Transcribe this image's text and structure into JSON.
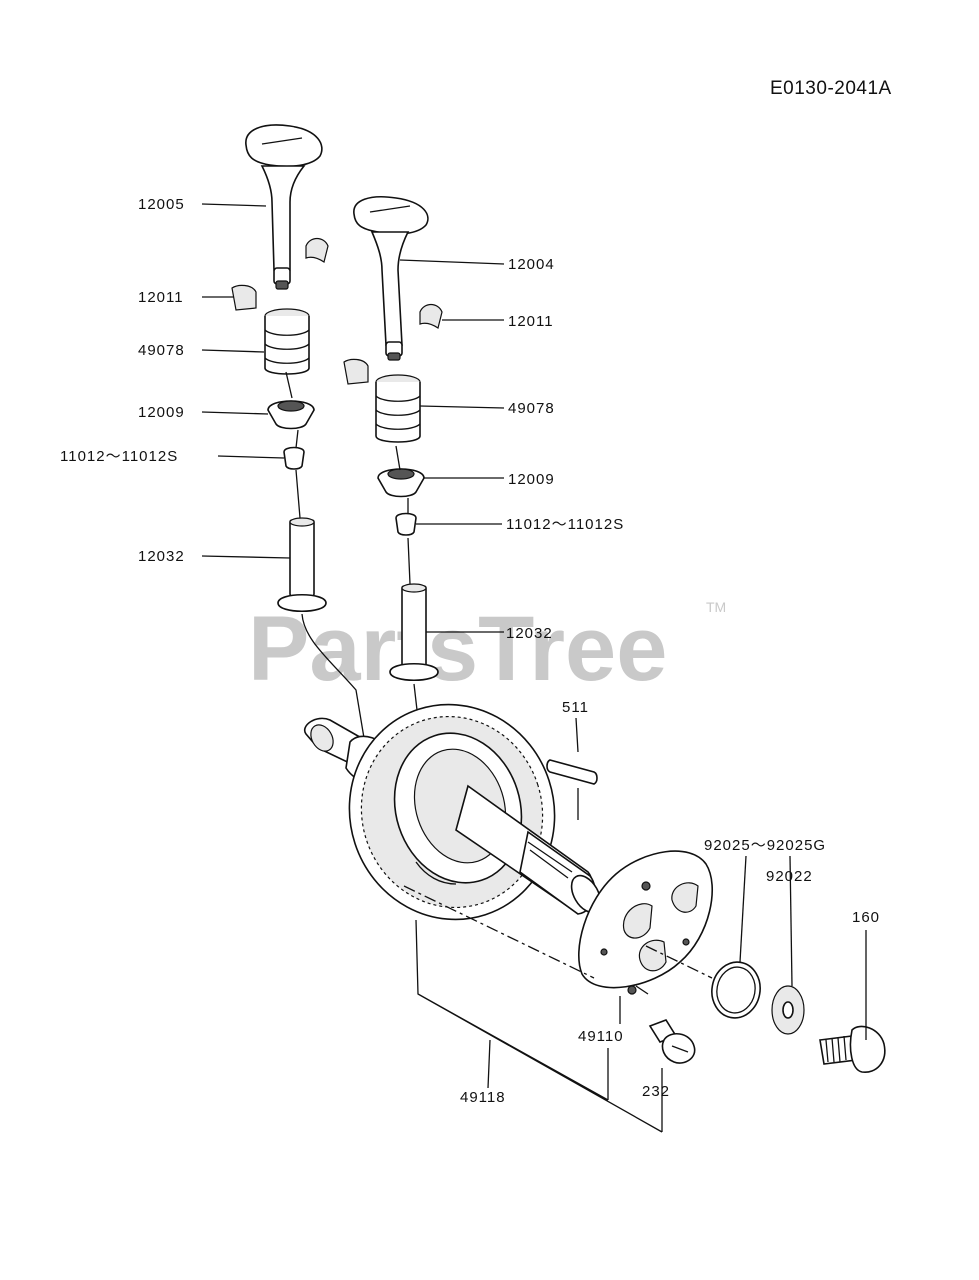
{
  "diagram": {
    "code": "E0130-2041A",
    "watermark": "PartsTree",
    "trademark": "TM",
    "labels": {
      "l12005": "12005",
      "l12011a": "12011",
      "l49078a": "49078",
      "l12009a": "12009",
      "l11012a": "11012～11012S",
      "l12032a": "12032",
      "l12004": "12004",
      "l12011b": "12011",
      "l49078b": "49078",
      "l12009b": "12009",
      "l11012b": "11012～11012S",
      "l12032b": "12032",
      "l511": "511",
      "l92025": "92025～92025G",
      "l92022": "92022",
      "l160": "160",
      "l49110": "49110",
      "l232": "232",
      "l49118": "49118"
    }
  }
}
